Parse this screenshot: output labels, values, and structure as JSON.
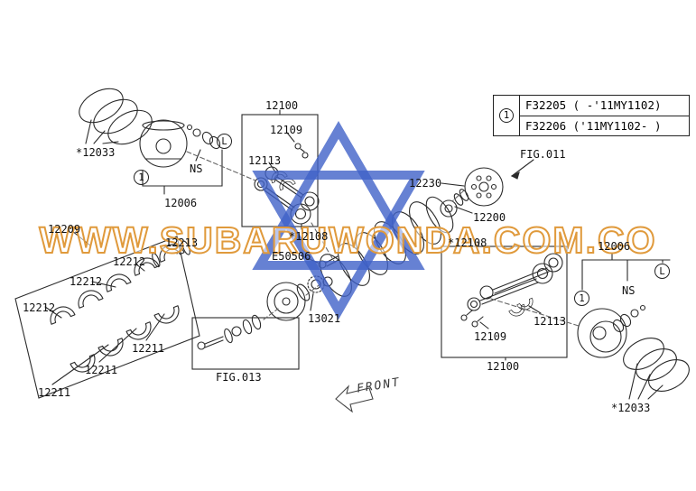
{
  "watermark": {
    "text": "WWW.SUBARUWONDA.COM.CO",
    "outline_color": "#e09a3c",
    "star_color": "#4061c8"
  },
  "legend": {
    "callout": "1",
    "rows": [
      "F32205 ( -'11MY1102)",
      "F32206 ('11MY1102- )"
    ]
  },
  "callouts": {
    "one": "1",
    "l": "L"
  },
  "labels": {
    "rings_left": "*12033",
    "piston_left": "12006",
    "ns_left": "NS",
    "conrod_top": "12100",
    "conrod_bolt_top": "12109",
    "conrod_bearing_top": "12113",
    "rod_bearing_left": "*12108",
    "pulley_bolt": "E50506",
    "plate": "12230",
    "crankshaft": "12200",
    "fig011": "FIG.011",
    "rod_bearing_right": "*12108",
    "piston_right": "12006",
    "ns_right": "NS",
    "conrod_bearing_right": "12113",
    "conrod_bolt_right": "12109",
    "conrod_right": "12100",
    "rings_right": "*12033",
    "sprocket": "13021",
    "fig013": "FIG.013",
    "bearing_set": "12209",
    "thrust_bearing": "12213",
    "main_bearing_upper_1": "12212",
    "main_bearing_upper_2": "12212",
    "main_bearing_upper_3": "12212",
    "main_bearing_lower_1": "12211",
    "main_bearing_lower_2": "12211",
    "main_bearing_lower_3": "12211",
    "front": "FRONT"
  }
}
